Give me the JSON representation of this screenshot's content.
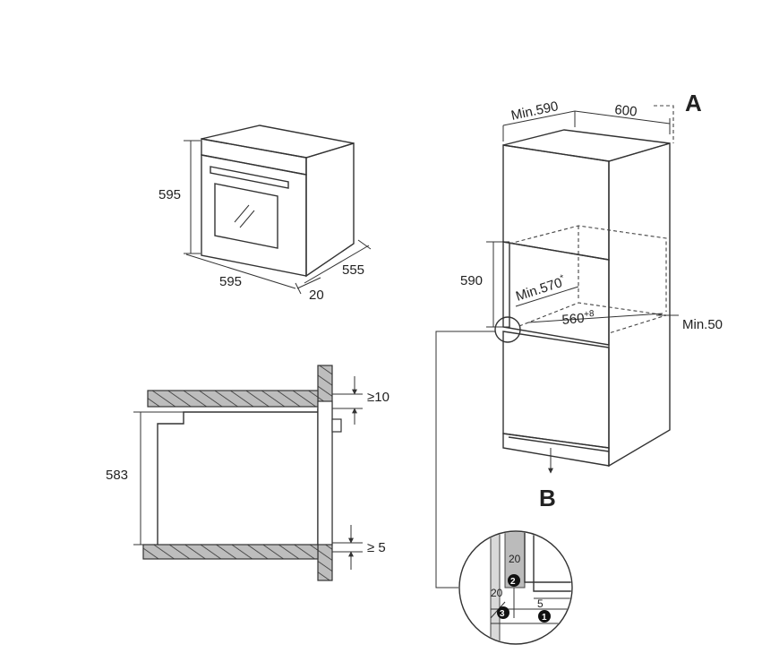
{
  "oven_view": {
    "height": "595",
    "width": "595",
    "depth": "555",
    "front": "20"
  },
  "section_view": {
    "height": "583",
    "top_gap": "≥10",
    "bottom_gap": "≥ 5"
  },
  "cabinet_view": {
    "label_a": "A",
    "label_b": "B",
    "min_depth": "Min.590",
    "width": "600",
    "niche_height": "590",
    "min_inner_depth": "Min.570",
    "min_inner_depth_mark": "*",
    "inner_width": "560",
    "inner_width_tol": "+8",
    "min_gap": "Min.50"
  },
  "detail_view": {
    "dim_vertical": "20",
    "dim_side": "20",
    "dim_small": "5",
    "markers": [
      "1",
      "2",
      "3"
    ]
  }
}
